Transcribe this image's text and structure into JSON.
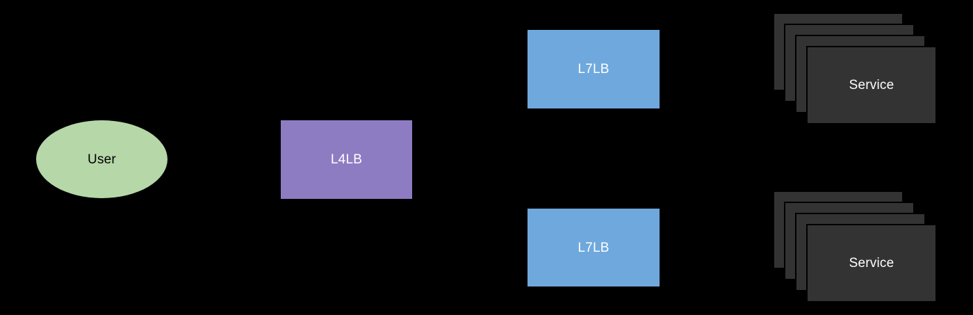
{
  "canvas": {
    "background": "#000000"
  },
  "nodes": {
    "user": {
      "label": "User",
      "shape": "ellipse",
      "fill": "#b6d7a8",
      "text_color": "#000000"
    },
    "l4lb": {
      "label": "L4LB",
      "shape": "rectangle",
      "fill": "#8e7cc3",
      "text_color": "#ffffff"
    },
    "l7lb_top": {
      "label": "L7LB",
      "shape": "rectangle",
      "fill": "#6fa8dc",
      "text_color": "#ffffff"
    },
    "l7lb_bottom": {
      "label": "L7LB",
      "shape": "rectangle",
      "fill": "#6fa8dc",
      "text_color": "#ffffff"
    },
    "service_top": {
      "label": "Service",
      "shape": "stacked-rectangles",
      "stack_count": 4,
      "fill": "#333333",
      "text_color": "#ffffff"
    },
    "service_bottom": {
      "label": "Service",
      "shape": "stacked-rectangles",
      "stack_count": 4,
      "fill": "#333333",
      "text_color": "#ffffff"
    }
  }
}
